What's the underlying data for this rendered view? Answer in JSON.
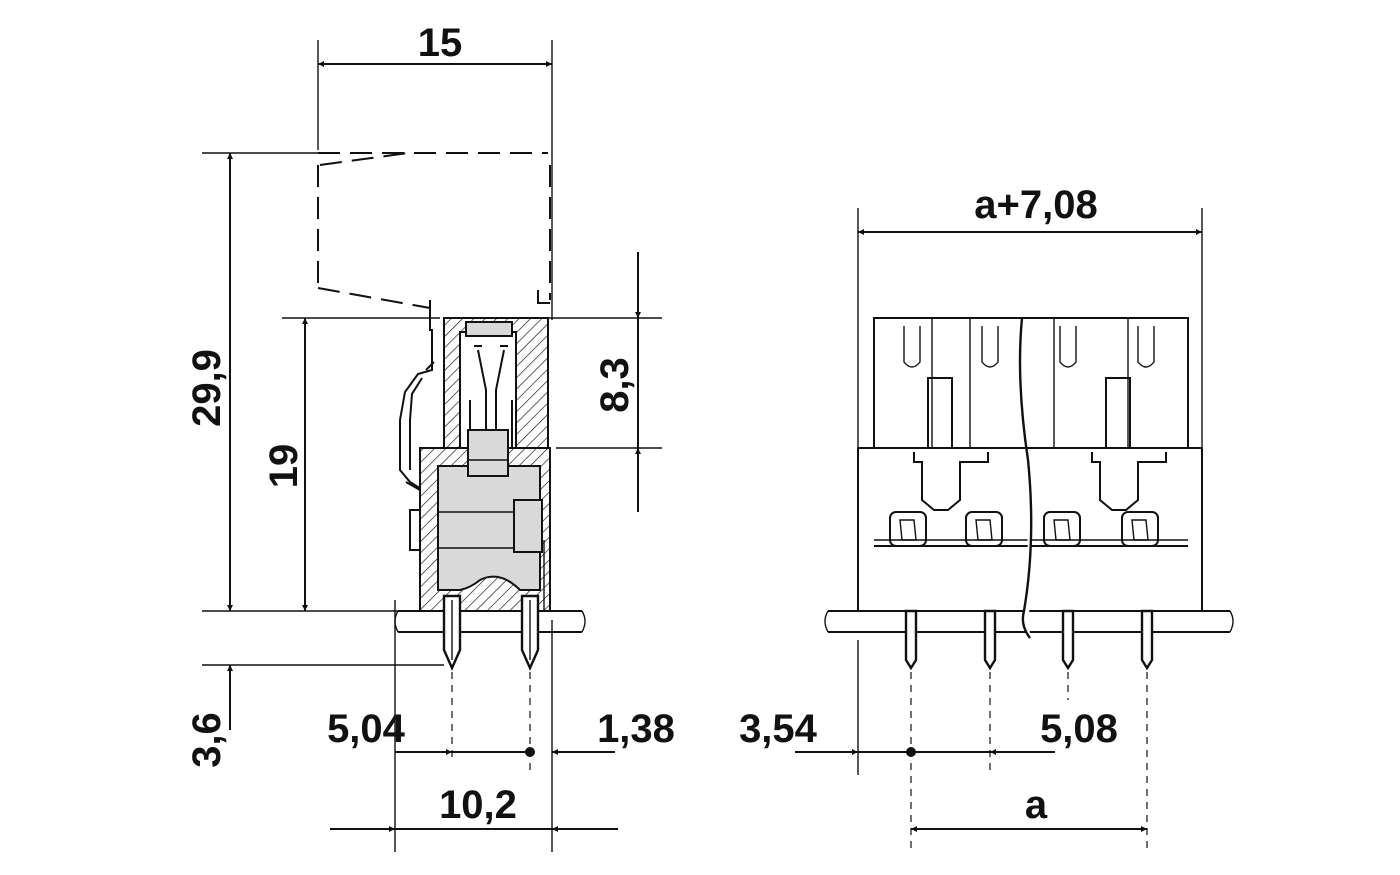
{
  "side_view": {
    "dim_width_top": "15",
    "dim_total_height": "29,9",
    "dim_body_height": "19",
    "dim_upper_part": "8,3",
    "dim_pin_length": "3,6",
    "dim_pin_offset": "5,04",
    "dim_edge_offset": "1,38",
    "dim_base_width": "10,2"
  },
  "front_view": {
    "dim_overall_width": "a+7,08",
    "dim_left_offset": "3,54",
    "dim_pitch": "5,08",
    "dim_a": "a"
  }
}
